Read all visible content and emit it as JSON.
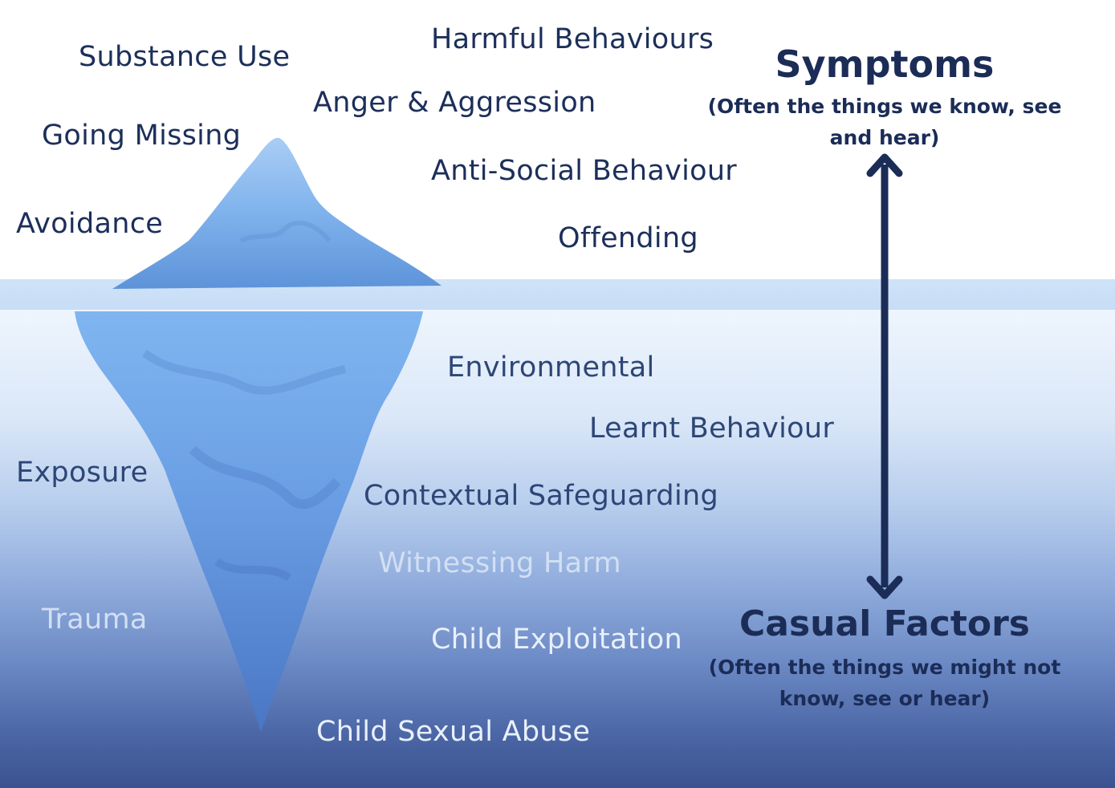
{
  "symptoms_heading": "Symptoms",
  "symptoms_subtitle": "(Often the things we know, see and hear)",
  "causal_heading": "Casual Factors",
  "causal_subtitle": "(Often the things we might not know, see or hear)",
  "above_surface": [
    "Substance Use",
    "Harmful Behaviours",
    "Anger & Aggression",
    "Going Missing",
    "Anti-Social Behaviour",
    "Avoidance",
    "Offending"
  ],
  "below_surface": [
    "Environmental",
    "Learnt Behaviour",
    "Exposure",
    "Contextual Safeguarding",
    "Witnessing Harm",
    "Trauma",
    "Child Exploitation",
    "Child Sexual Abuse"
  ],
  "colors": {
    "text_dark": "#1c2f5a",
    "water_top": "#eef5fd",
    "water_bottom": "#3a5290",
    "ice": "#7fb0ea"
  }
}
